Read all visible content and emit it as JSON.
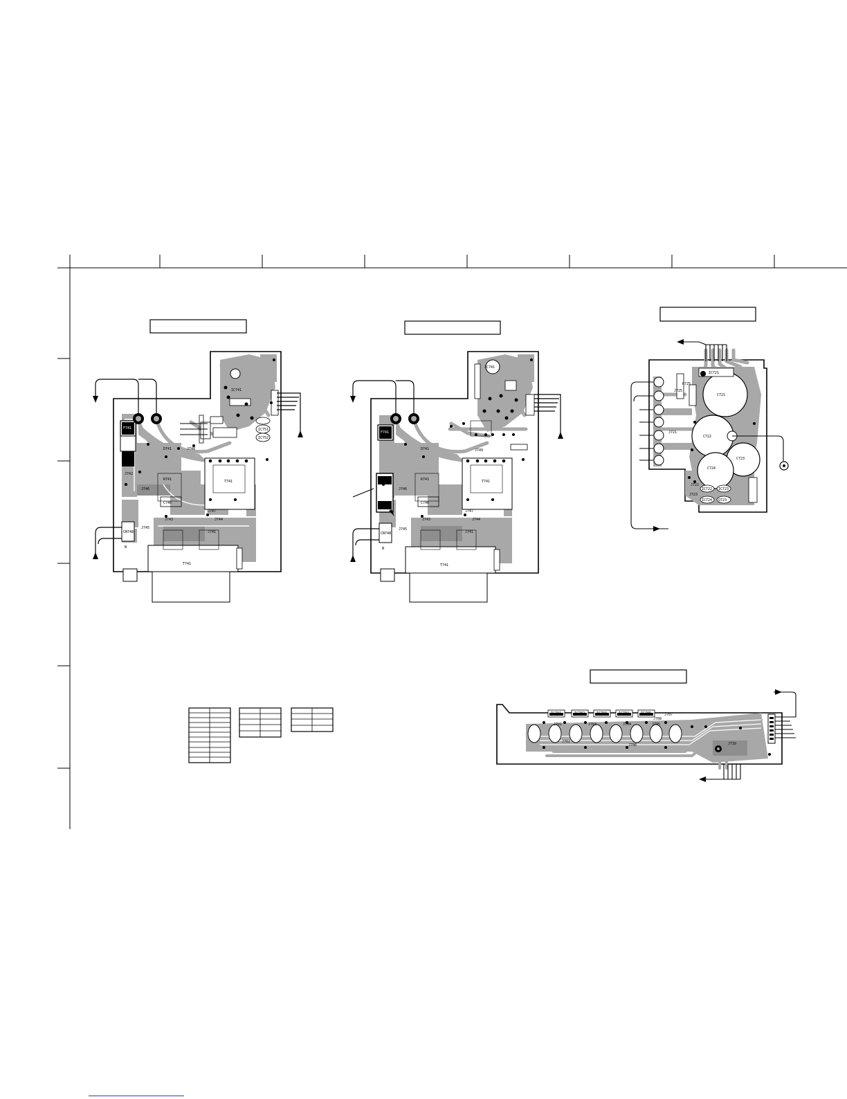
{
  "sheet": {
    "ruler_columns": 8,
    "ruler_rows": 6,
    "colors": {
      "ink": "#000000",
      "copper": "#a8a8a8",
      "copper_dark": "#8e8e8e",
      "paper": "#ffffff",
      "link": "#2a3fb0"
    }
  },
  "boards": [
    {
      "id": "power-board-left",
      "title": "",
      "labels": {
        "t741": "T741",
        "t741b": "T741",
        "c746": "C746",
        "j741": "J741",
        "j742": "J742",
        "j743": "J743",
        "j744": "J744",
        "j745": "J745",
        "j746": "J746",
        "j747": "J747",
        "j748": "J748",
        "cn": "CN748",
        "ic741": "IC741",
        "d741": "D741",
        "r741": "R741",
        "f741": "F741",
        "ic751": "IC751",
        "ic752": "IC752",
        "n": "N"
      }
    },
    {
      "id": "power-board-right",
      "title": "",
      "labels": {
        "t741": "T741",
        "t741b": "T741",
        "c746": "C746",
        "j741": "J741",
        "j743": "J743",
        "j744": "J744",
        "j745": "J745",
        "j746": "J746",
        "j747": "J747",
        "j749": "J749",
        "cn": "CN748",
        "ic741": "IC741",
        "d741": "D741",
        "r741": "R741",
        "f741": "F741",
        "n": "N"
      }
    },
    {
      "id": "cap-board",
      "title": "",
      "labels": {
        "c721": "C721",
        "c722": "C722",
        "c723": "C723",
        "c724": "C724",
        "ic721": "IC721",
        "ic722": "IC722",
        "ic723": "IC723",
        "ic724": "IC724",
        "j721": "J721",
        "j722": "J722",
        "j723": "J723",
        "j725": "J725",
        "r725": "R725",
        "q723": "Q723"
      }
    },
    {
      "id": "strip-board",
      "title": "",
      "labels": {
        "ic701": "IC701",
        "ic702": "IC702",
        "ic703": "IC703",
        "ic704": "IC704",
        "ic705": "IC705",
        "j701": "J701",
        "j702": "J702",
        "j703": "J703",
        "j704": "J704",
        "j705": "J705",
        "j706": "J706",
        "j707": "J707",
        "j708": "J708",
        "j710": "J710"
      }
    }
  ],
  "tables": [
    {
      "id": "table-1",
      "rows": 11,
      "cols": 2
    },
    {
      "id": "table-2",
      "rows": 5,
      "cols": 2
    },
    {
      "id": "table-3",
      "rows": 4,
      "cols": 2
    }
  ]
}
